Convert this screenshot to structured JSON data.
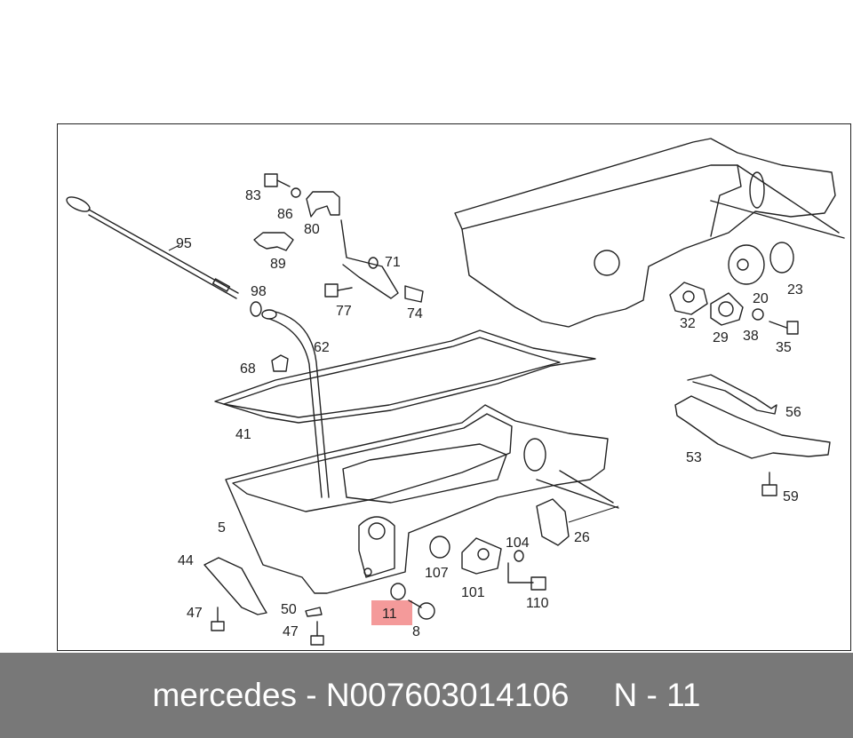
{
  "highlight_color": "#f49a9a",
  "highlighted_part": "11",
  "callouts": [
    "83",
    "86",
    "80",
    "89",
    "95",
    "98",
    "71",
    "77",
    "74",
    "62",
    "68",
    "41",
    "5",
    "44",
    "47",
    "50",
    "47",
    "11",
    "8",
    "107",
    "101",
    "104",
    "110",
    "26",
    "32",
    "29",
    "38",
    "35",
    "20",
    "23",
    "56",
    "53",
    "59"
  ],
  "footer": {
    "brand_part": "mercedes - N007603014106",
    "part_ref": "N - 11"
  }
}
